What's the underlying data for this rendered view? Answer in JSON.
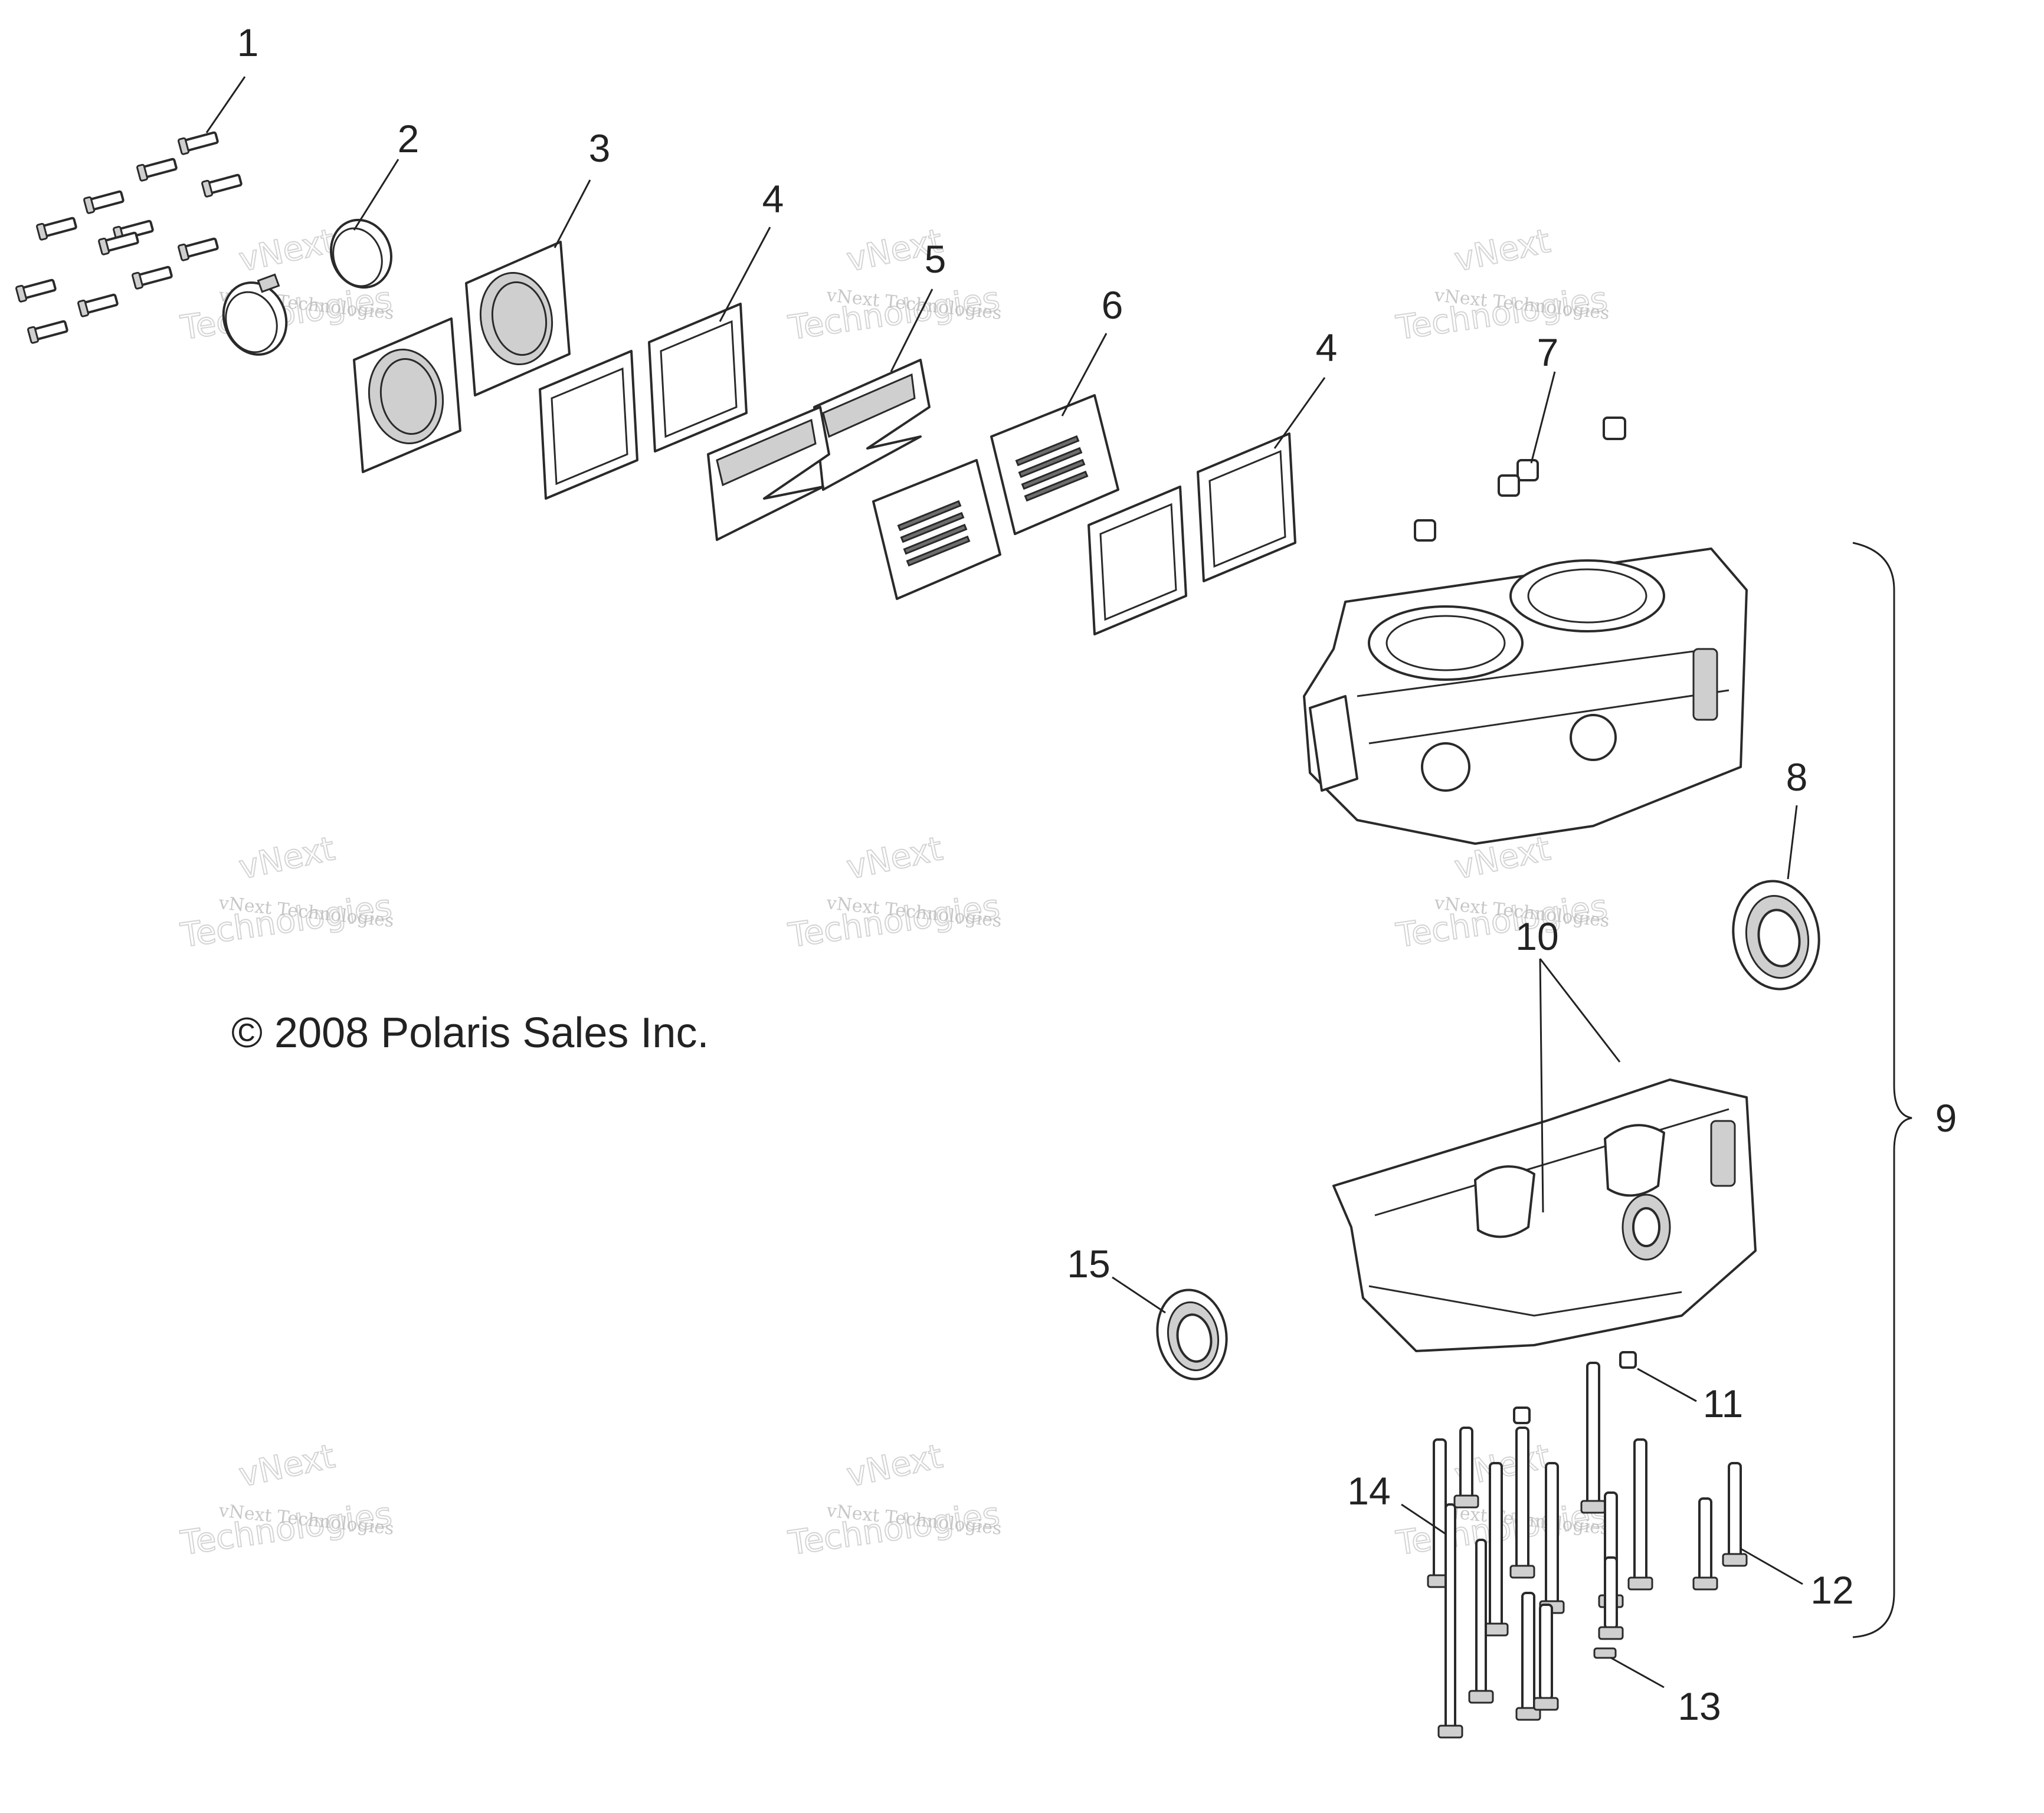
{
  "copyright": "© 2008 Polaris Sales Inc.",
  "watermark": {
    "line1": "vNext",
    "line2": "vNext Technologies",
    "line3": "Technologies"
  },
  "callouts": {
    "c1": "1",
    "c2": "2",
    "c3": "3",
    "c4a": "4",
    "c4b": "4",
    "c5": "5",
    "c6": "6",
    "c7": "7",
    "c8": "8",
    "c9": "9",
    "c10": "10",
    "c11": "11",
    "c12": "12",
    "c13": "13",
    "c14": "14",
    "c15": "15"
  }
}
